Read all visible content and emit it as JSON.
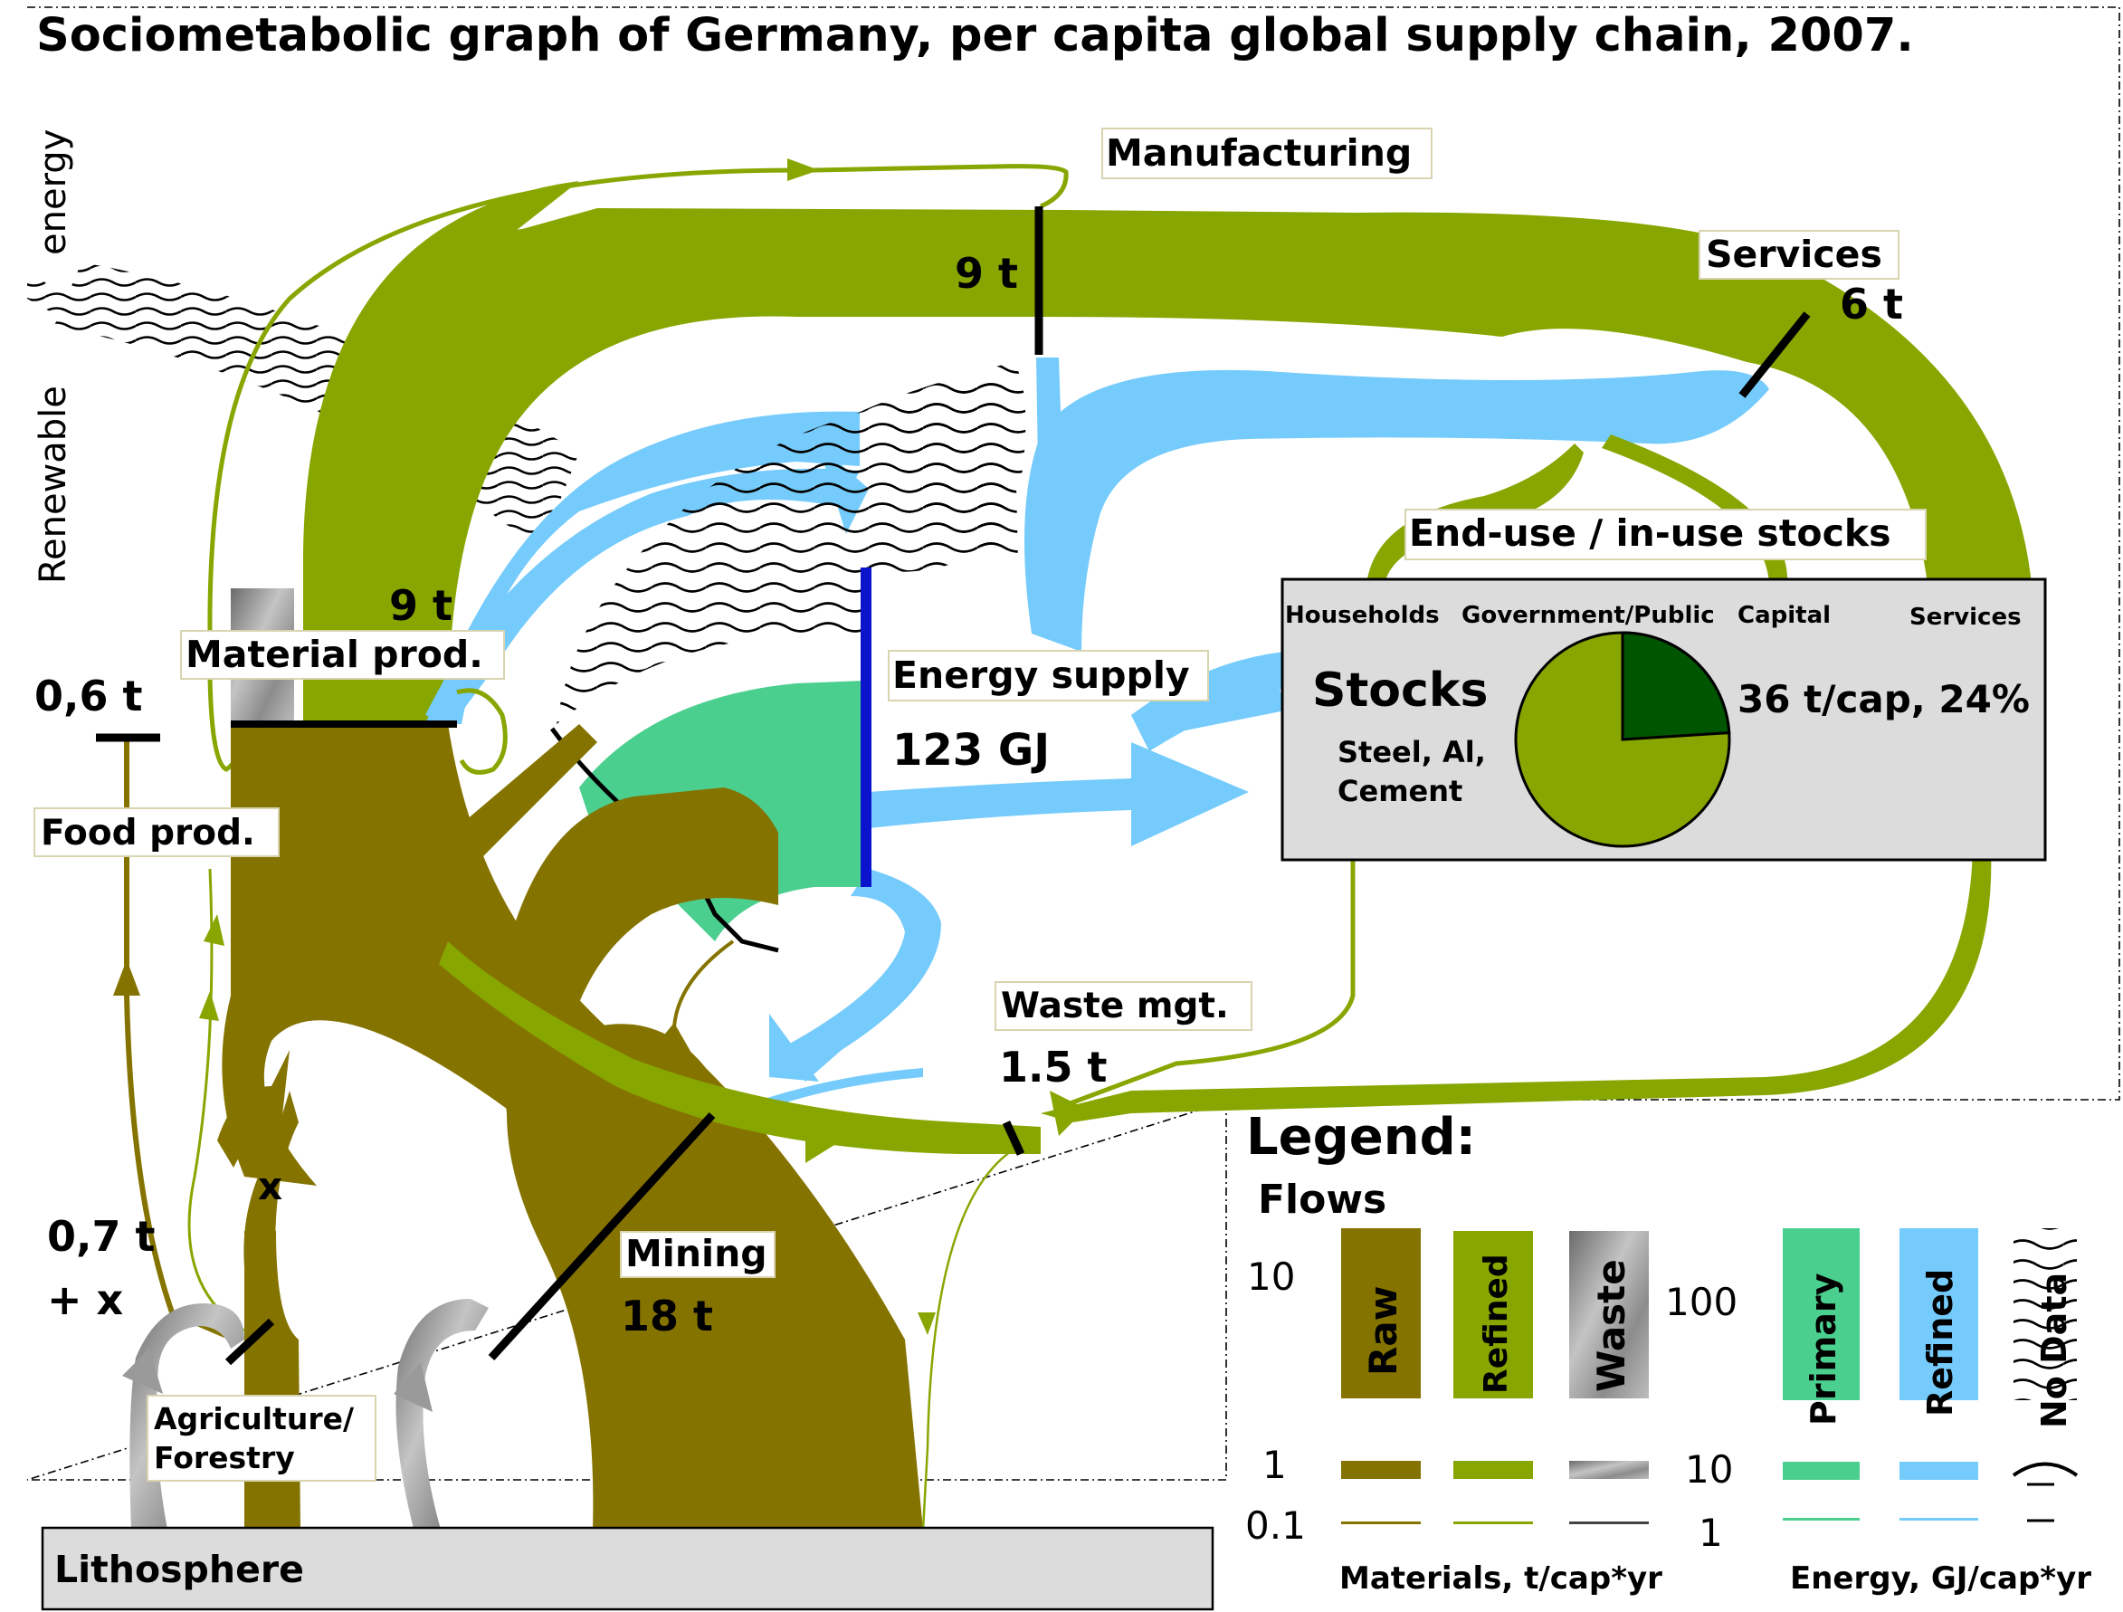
{
  "title": "Sociometabolic graph of Germany, per capita global supply chain, 2007.",
  "colors": {
    "raw": "#857300",
    "refined_material": "#87a600",
    "waste": "#9a9a9a",
    "primary_energy": "#4bcf8f",
    "refined_energy": "#75cbfb",
    "energy_supply_bar": "#0a14cc",
    "stock_dark": "#005500",
    "stocks_box": "#dcdcdc"
  },
  "side_label": {
    "line1": "Renewable",
    "line2": "energy"
  },
  "nodes": {
    "manufacturing": "Manufacturing",
    "services_top": "Services",
    "material_prod": "Material prod.",
    "food_prod": "Food prod.",
    "energy_supply": "Energy supply",
    "end_use": "End-use / in-use stocks",
    "waste_mgt": "Waste mgt.",
    "mining": "Mining",
    "agriculture": {
      "line1": "Agriculture/",
      "line2": "Forestry"
    },
    "lithosphere": "Lithosphere"
  },
  "flow_values": {
    "manufacturing": "9 t",
    "services": "6 t",
    "material_prod": "9 t",
    "food_prod": "0,6 t",
    "energy": "123 GJ",
    "waste": "1.5 t",
    "mining": "18 t",
    "agri_line1": "0,7 t",
    "agri_line2": "+ x",
    "agri_x": "x"
  },
  "stocks": {
    "categories": [
      "Households",
      "Government/Public",
      "Capital",
      "Services"
    ],
    "title": "Stocks",
    "materials_line1": "Steel, Al,",
    "materials_line2": "Cement",
    "value": "36 t/cap, 24%",
    "share_percent": 24
  },
  "legend": {
    "title": "Legend:",
    "flows": "Flows",
    "mat_scale": [
      "10",
      "1",
      "0.1"
    ],
    "energy_scale": [
      "100",
      "10",
      "1"
    ],
    "swatches": [
      "Raw",
      "Refined",
      "Waste",
      "Primary",
      "Refined",
      "No Data"
    ],
    "mat_unit": "Materials, t/cap*yr",
    "energy_unit": "Energy, GJ/cap*yr"
  }
}
